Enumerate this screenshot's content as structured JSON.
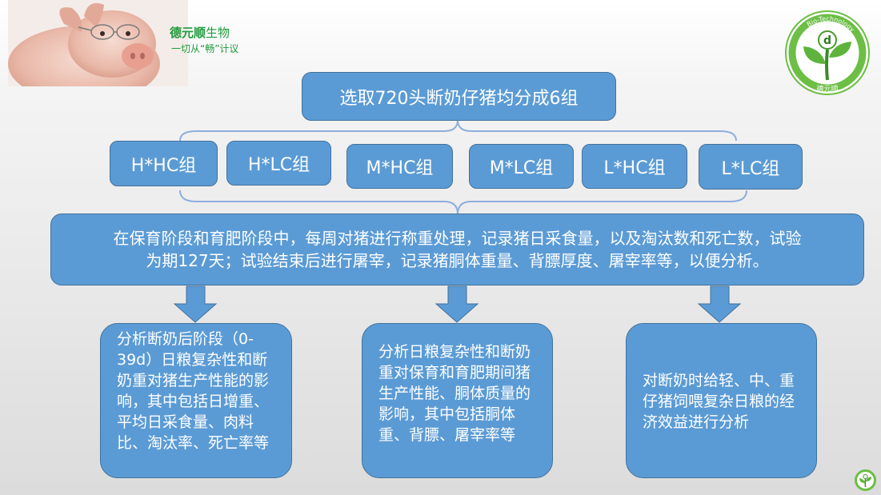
{
  "brand": {
    "name_bold": "德元顺",
    "name_rest": "生物",
    "slogan": "一切从“畅”计议"
  },
  "logo": {
    "ring_text": "Bio-Technology",
    "cn_text": "德元顺",
    "letter": "d"
  },
  "top_box": "选取720头断奶仔猪均分成6组",
  "groups": [
    "H*HC组",
    "H*LC组",
    "M*HC组",
    "M*LC组",
    "L*HC组",
    "L*LC组"
  ],
  "process_text_line1": "在保育阶段和育肥阶段中，每周对猪进行称重处理，记录猪日采食量，以及淘汰数和死亡数，试验",
  "process_text_line2": "为期127天；试验结束后进行屠宰，记录猪胴体重量、背膘厚度、屠宰率等，以便分析。",
  "results": [
    "分析断奶后阶段（0-39d）日粮复杂性和断奶重对猪生产性能的影响，其中包括日增重、平均日采食量、肉料比、淘汰率、死亡率等",
    "分析日粮复杂性和断奶重对保育和育肥期间猪生产性能、胴体质量的影响，其中包括胴体重、背膘、屠宰率等",
    "对断奶时给轻、中、重仔猪饲喂复杂日粮的经济效益进行分析"
  ],
  "colors": {
    "box_fill": "#5b9bd5",
    "box_border": "#41719c",
    "brand_green": "#1e9a3c"
  }
}
